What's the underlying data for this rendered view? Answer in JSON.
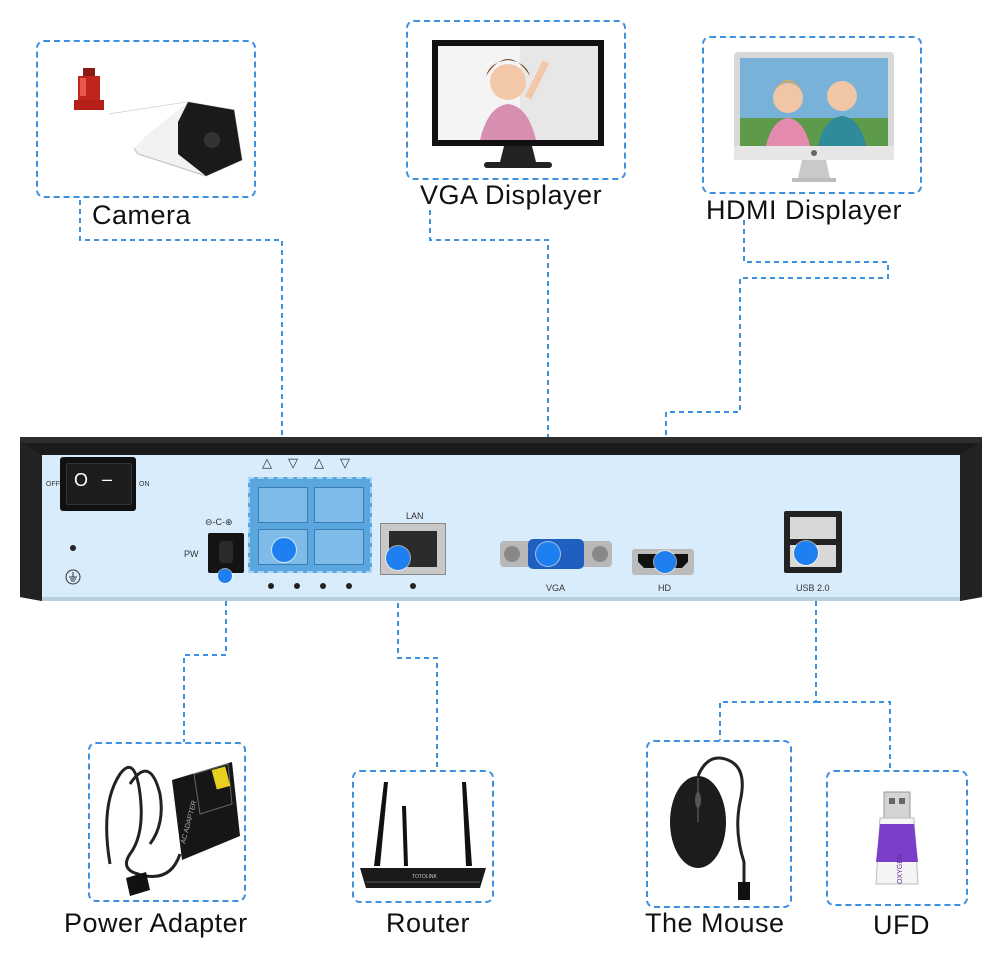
{
  "devices": {
    "camera": "Camera",
    "vga_display": "VGA Displayer",
    "hdmi_display": "HDMI Displayer",
    "power_adapter": "Power Adapter",
    "router": "Router",
    "mouse": "The Mouse",
    "ufd": "UFD"
  },
  "panel": {
    "switch_off": "OFF",
    "switch_on": "ON",
    "switch_symbol_off": "O",
    "switch_symbol_on": "–",
    "pw": "PW",
    "lan": "LAN",
    "vga": "VGA",
    "hd": "HD",
    "usb": "USB 2.0",
    "power_symbol": "⊖-C-⊕"
  },
  "adapter_text": "AC ADAPTER",
  "router_brand": "TOTOLINK",
  "ufd_brand": "OXYGEN",
  "colors": {
    "wire": "#3d8fe0",
    "port_dot": "#1e7ff0",
    "panel_face": "#d9ecfb",
    "chassis": "#1b1b1b"
  }
}
